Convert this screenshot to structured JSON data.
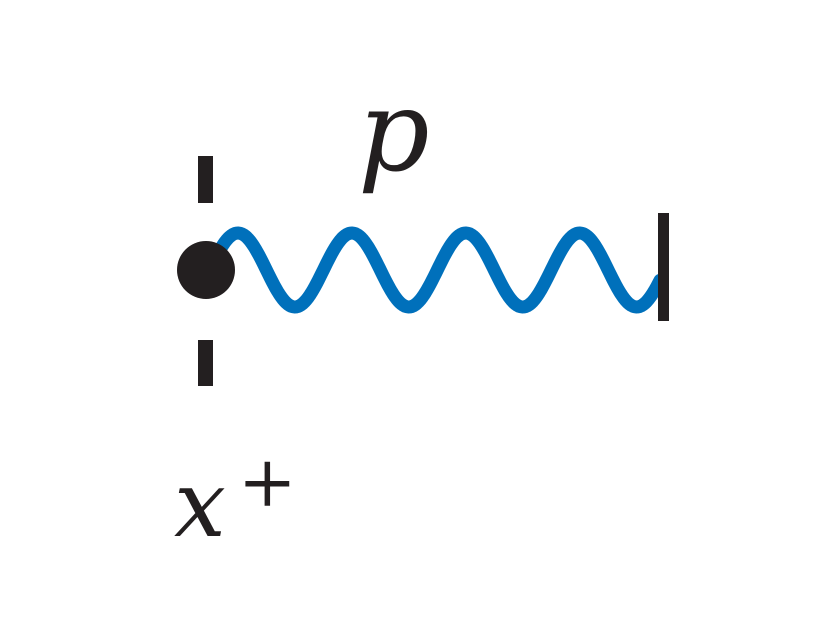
{
  "labels": {
    "momentum": "p",
    "position": "x",
    "position_superscript": "+"
  },
  "colors": {
    "ink": "#231f20",
    "propagator": "#0070bb",
    "background": "#ffffff"
  },
  "propagator": {
    "style": "wavy",
    "crests": 4
  }
}
